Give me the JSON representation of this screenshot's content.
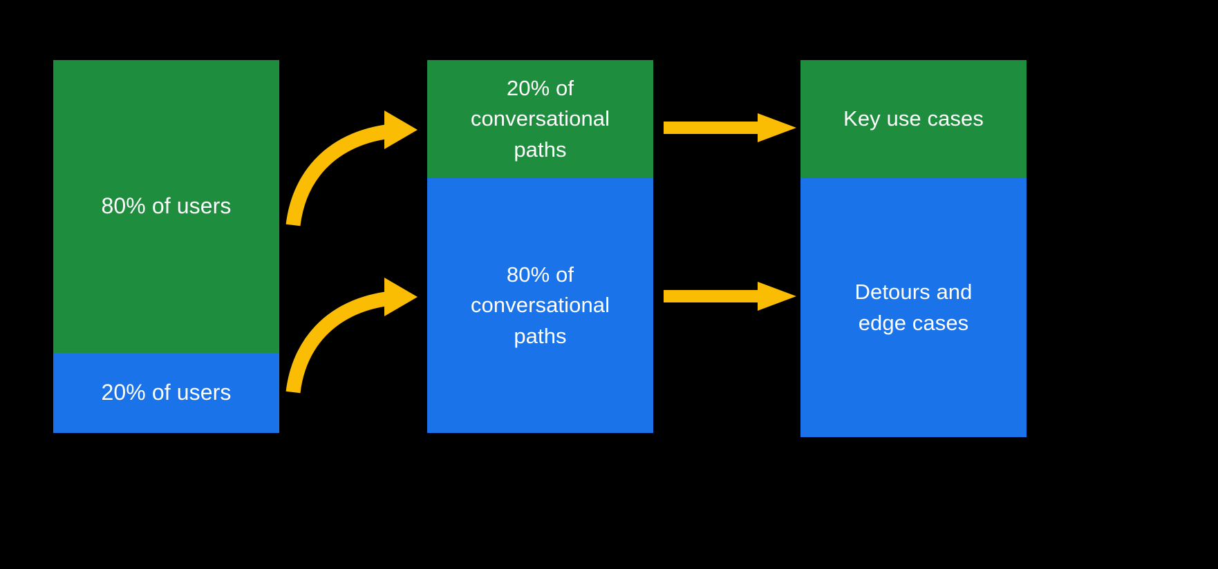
{
  "diagram": {
    "title": "80/20 conversation design diagram",
    "background_color": "#000000",
    "colors": {
      "green": "#1E8E3E",
      "blue": "#1A73E8",
      "yellow": "#FBBC04",
      "text": "#FFFFFF"
    },
    "columns": [
      {
        "name": "users",
        "segments": [
          {
            "name": "users-majority",
            "label": "80% of users",
            "color": "#1E8E3E",
            "share": 80
          },
          {
            "name": "users-minority",
            "label": "20% of users",
            "color": "#1A73E8",
            "share": 20
          }
        ]
      },
      {
        "name": "conversational-paths",
        "segments": [
          {
            "name": "paths-minority",
            "label": "20% of\nconversational\npaths",
            "color": "#1E8E3E",
            "share": 20
          },
          {
            "name": "paths-majority",
            "label": "80% of\nconversational\npaths",
            "color": "#1A73E8",
            "share": 80
          }
        ]
      },
      {
        "name": "outcomes",
        "segments": [
          {
            "name": "outcome-key-use-cases",
            "label": "Key use cases",
            "color": "#1E8E3E"
          },
          {
            "name": "outcome-detours",
            "label": "Detours and\nedge cases",
            "color": "#1A73E8"
          }
        ]
      }
    ],
    "arrows": [
      {
        "name": "curved-arrow-to-green-paths",
        "style": "curved",
        "color": "#FBBC04",
        "direction": "right-up"
      },
      {
        "name": "curved-arrow-to-blue-paths",
        "style": "curved",
        "color": "#FBBC04",
        "direction": "right-up"
      },
      {
        "name": "straight-arrow-to-key-use-cases",
        "style": "straight",
        "color": "#FBBC04",
        "direction": "right"
      },
      {
        "name": "straight-arrow-to-detours",
        "style": "straight",
        "color": "#FBBC04",
        "direction": "right"
      }
    ]
  }
}
